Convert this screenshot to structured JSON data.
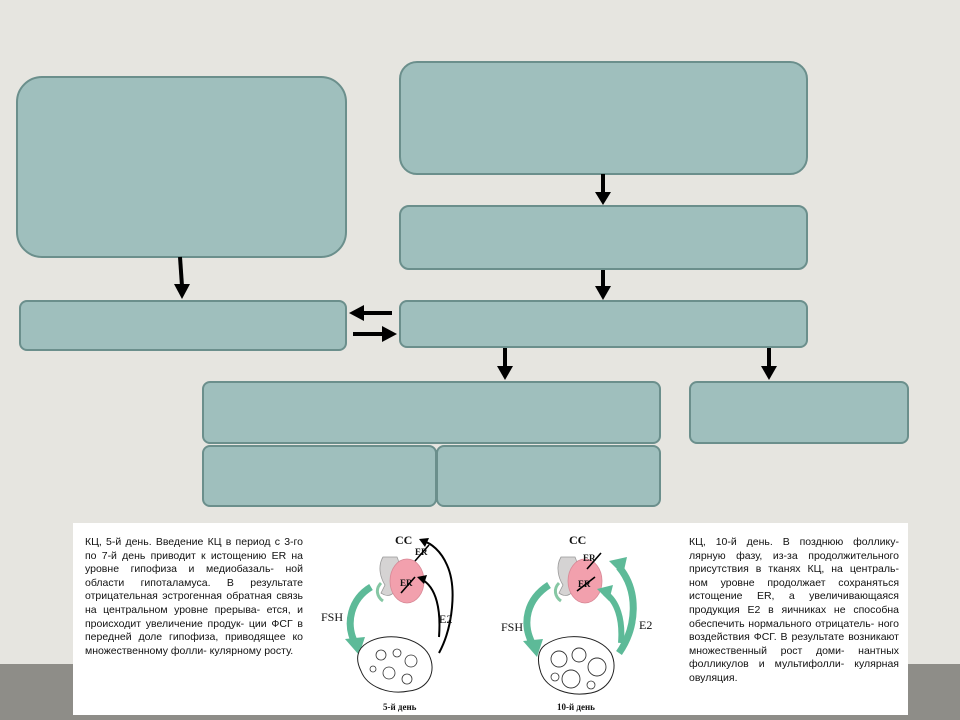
{
  "colors": {
    "box_fill": "#9fbfbd",
    "box_border": "#6b8f8c",
    "background": "#e6e5e0",
    "band": "#8e8d88",
    "arrow": "#000000",
    "follicle_pink": "#f2a0ad",
    "feedback_green": "#5dba98"
  },
  "figure": {
    "left_caption": "КЦ, 5-й день. Введение КЦ в период с 3-го по 7-й день приводит к истощению ER на уровне гипофиза и медиобазаль- ной области гипоталамуса. В результате отрицательная эстрогенная обратная связь на центральном уровне прерыва- ется, и происходит увеличение продук- ции ФСГ в передней доле гипофиза, приводящее ко множественному фолли- кулярному росту.",
    "right_caption": "КЦ, 10-й день. В позднюю фоллику- лярную фазу, из-за продолжительного присутствия в тканях КЦ, на централь- ном уровне продолжает сохраняться истощение ER, а увеличивающаяся продукция Е2 в яичниках не способна обеспечить нормального отрицатель- ного воздействия ФСГ. В результате возникают множественный рост доми- нантных фолликулов и мультифолли- кулярная овуляция.",
    "illus_left": {
      "cc": "CC",
      "er_top": "ER",
      "er_mid": "ER",
      "fsh": "FSH",
      "e2": "E2",
      "day": "5-й день"
    },
    "illus_right": {
      "cc": "CC",
      "er_top": "ER",
      "er_mid": "ER",
      "fsh": "FSH",
      "e2": "E2",
      "day": "10-й день"
    }
  }
}
